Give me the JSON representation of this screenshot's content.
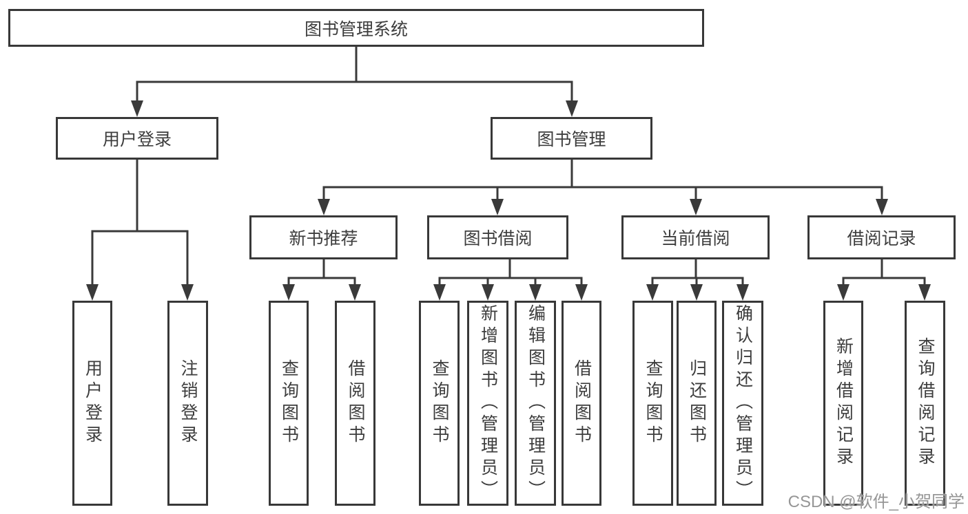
{
  "diagram": {
    "type": "tree",
    "title": "图书管理系统",
    "nodes": {
      "root": {
        "label": "图书管理系统"
      },
      "user_login_branch": {
        "label": "用户登录"
      },
      "book_management": {
        "label": "图书管理"
      },
      "new_book_recommend": {
        "label": "新书推荐"
      },
      "book_borrowing": {
        "label": "图书借阅"
      },
      "current_borrowing": {
        "label": "当前借阅"
      },
      "borrowing_records": {
        "label": "借阅记录"
      },
      "user_login": {
        "label": "用户登录"
      },
      "logout_login": {
        "label": "注销登录"
      },
      "query_books_recommend": {
        "label": "查询图书"
      },
      "borrow_books_recommend": {
        "label": "借阅图书"
      },
      "query_books_borrowing": {
        "label": "查询图书"
      },
      "add_books_admin": {
        "label": "新增图书（管理员）"
      },
      "edit_books_admin": {
        "label": "编辑图书（管理员）"
      },
      "borrow_books_borrowing": {
        "label": "借阅图书"
      },
      "query_books_current": {
        "label": "查询图书"
      },
      "return_books": {
        "label": "归还图书"
      },
      "confirm_return_admin": {
        "label": "确认归还（管理员）"
      },
      "add_borrowing_record": {
        "label": "新增借阅记录"
      },
      "query_borrowing_record": {
        "label": "查询借阅记录"
      }
    },
    "edges": [
      [
        "root",
        "user_login_branch"
      ],
      [
        "root",
        "book_management"
      ],
      [
        "user_login_branch",
        "user_login"
      ],
      [
        "user_login_branch",
        "logout_login"
      ],
      [
        "book_management",
        "new_book_recommend"
      ],
      [
        "book_management",
        "book_borrowing"
      ],
      [
        "book_management",
        "current_borrowing"
      ],
      [
        "book_management",
        "borrowing_records"
      ],
      [
        "new_book_recommend",
        "query_books_recommend"
      ],
      [
        "new_book_recommend",
        "borrow_books_recommend"
      ],
      [
        "book_borrowing",
        "query_books_borrowing"
      ],
      [
        "book_borrowing",
        "add_books_admin"
      ],
      [
        "book_borrowing",
        "edit_books_admin"
      ],
      [
        "book_borrowing",
        "borrow_books_borrowing"
      ],
      [
        "current_borrowing",
        "query_books_current"
      ],
      [
        "current_borrowing",
        "return_books"
      ],
      [
        "current_borrowing",
        "confirm_return_admin"
      ],
      [
        "borrowing_records",
        "add_borrowing_record"
      ],
      [
        "borrowing_records",
        "query_borrowing_record"
      ]
    ],
    "colors": {
      "box_border": "#383838",
      "text": "#3d3d3d",
      "connector": "#3a3a3a",
      "background": "#ffffff",
      "watermark": "#969696"
    },
    "watermark": {
      "text": "CSDN @软件_小贺同学"
    }
  }
}
